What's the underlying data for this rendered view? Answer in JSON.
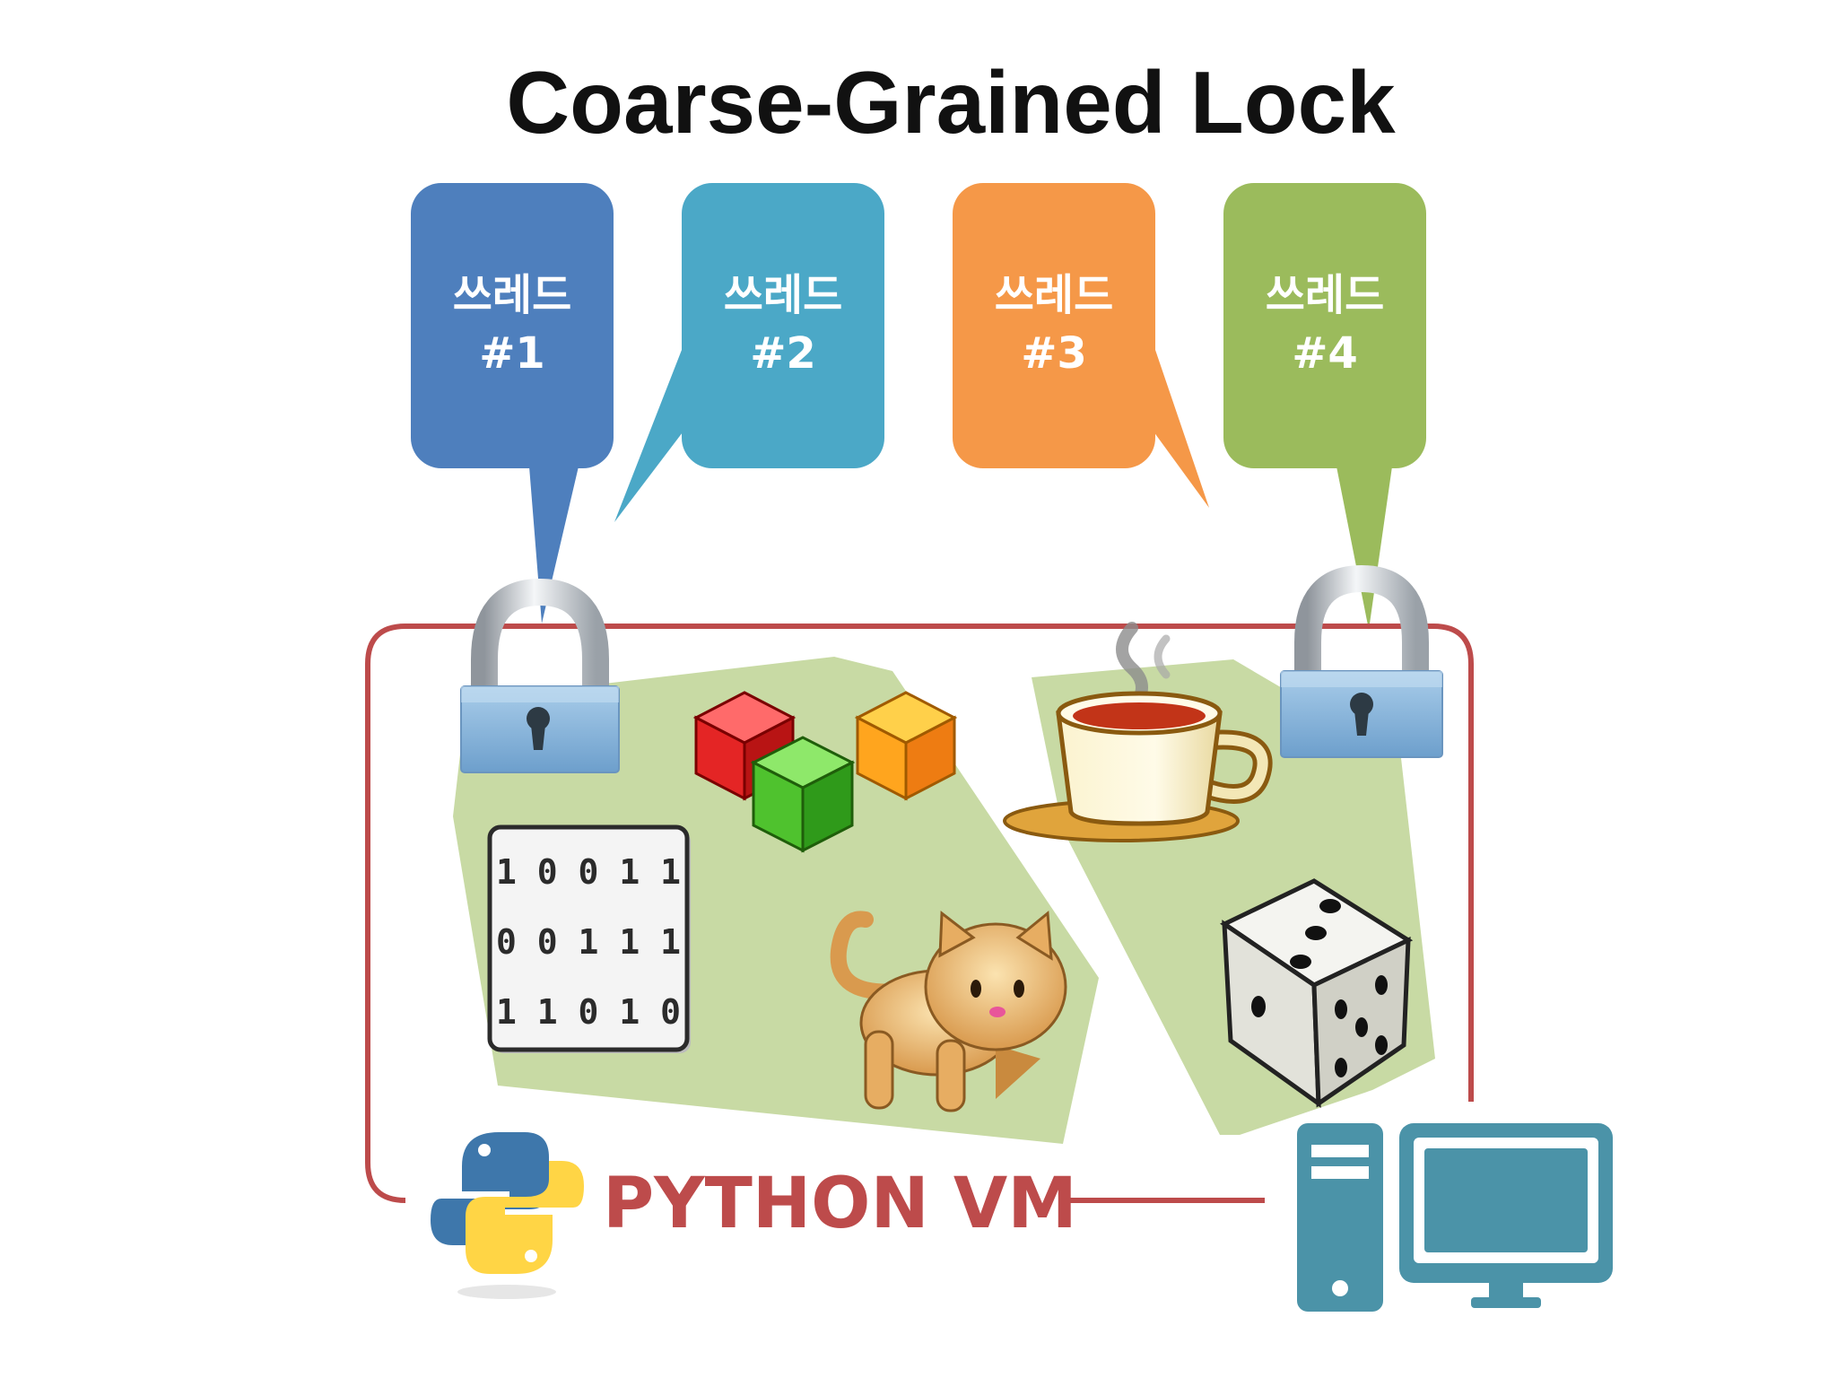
{
  "title": "Coarse-Grained Lock",
  "threads": [
    {
      "line1": "쓰레드",
      "line2": "#1",
      "color": "#4e7fbd"
    },
    {
      "line1": "쓰레드",
      "line2": "#2",
      "color": "#4ba8c7"
    },
    {
      "line1": "쓰레드",
      "line2": "#3",
      "color": "#f59848"
    },
    {
      "line1": "쓰레드",
      "line2": "#4",
      "color": "#9bbb5c"
    }
  ],
  "vm": {
    "label": "PYTHON VM",
    "border_color": "#bd4b4b",
    "region_color": "#c8daa4"
  },
  "binary_rows": [
    "1 0 0 1 1",
    "0 0 1 1 1",
    "1 1 0 1 0"
  ],
  "icons": [
    "lock-icon",
    "lock-icon",
    "cubes-icon",
    "binary-file-icon",
    "cat-icon",
    "coffee-cup-icon",
    "dice-icon",
    "python-logo-icon",
    "computer-icon"
  ]
}
